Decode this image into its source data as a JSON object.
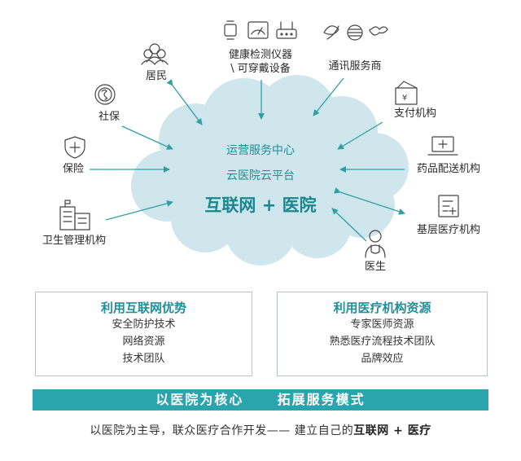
{
  "cloud": {
    "line1": "运营服务中心",
    "line2": "云医院云平台",
    "line3": "互联网 + 医院"
  },
  "nodes": {
    "residents": "居民",
    "health_devices_1": "健康检测仪器",
    "health_devices_2": "\\ 可穿戴设备",
    "telecom": "通讯服务商",
    "social_security": "社保",
    "payment": "支付机构",
    "insurance": "保险",
    "pharmacy_delivery": "药品配送机构",
    "health_admin": "卫生管理机构",
    "primary_care": "基层医疗机构",
    "doctor": "医生"
  },
  "left_panel": {
    "title": "利用互联网优势",
    "items": [
      "安全防护技术",
      "网络资源",
      "技术团队"
    ]
  },
  "right_panel": {
    "title": "利用医疗机构资源",
    "items": [
      "专家医师资源",
      "熟悉医疗流程技术团队",
      "品牌效应"
    ]
  },
  "banner": {
    "part1": "以医院为核心",
    "part2": "拓展服务模式"
  },
  "footer": {
    "prefix": "以医院为主导，联众医疗合作开发—— 建立自己的",
    "bold": "互联网 + 医疗"
  },
  "colors": {
    "cloud_fill": "#cfe6ec",
    "accent": "#1f8f98",
    "banner": "#2aa4ad",
    "arrow": "#2f9fa8"
  }
}
